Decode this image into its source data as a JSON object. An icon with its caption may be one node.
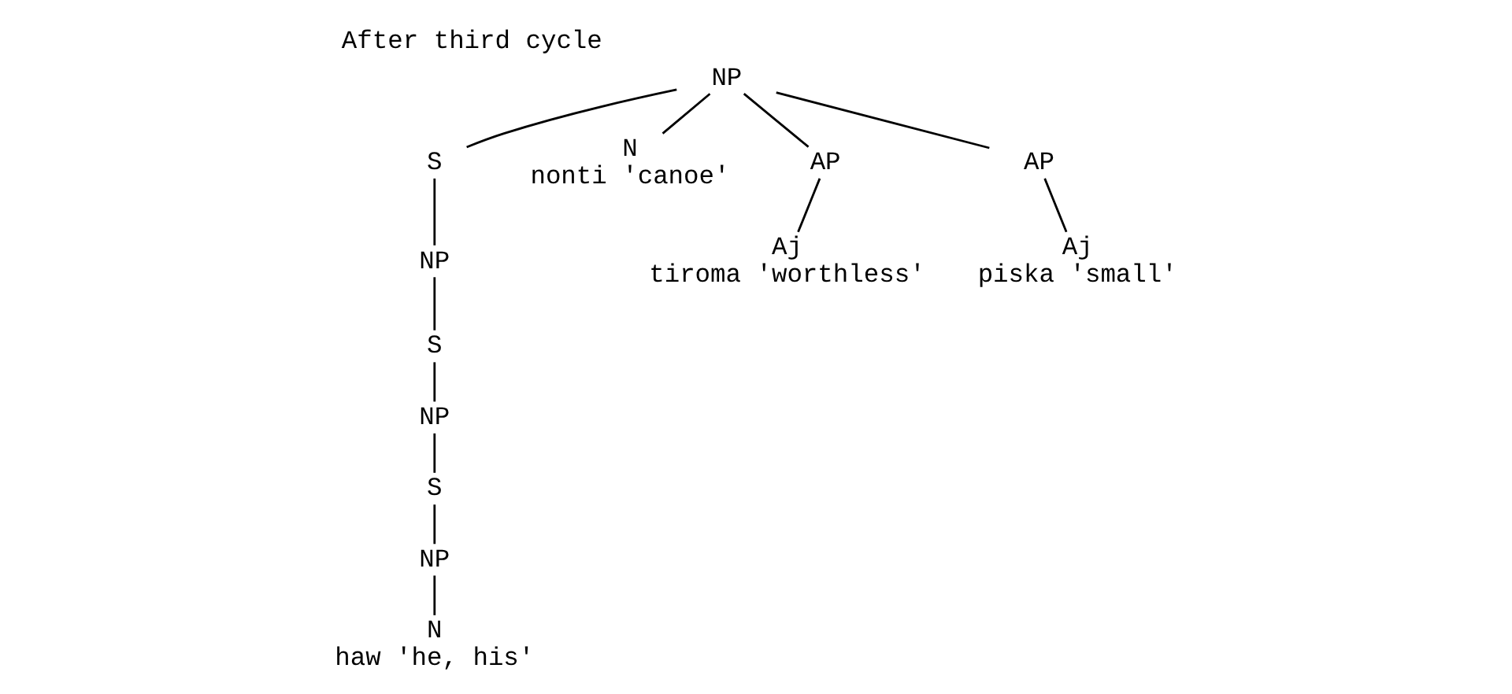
{
  "diagram": {
    "title": "After third cycle",
    "nodes": [
      {
        "text": [
          "NP"
        ]
      },
      {
        "text": [
          "S"
        ]
      },
      {
        "text": [
          "N",
          "nonti 'canoe'"
        ]
      },
      {
        "text": [
          "AP"
        ]
      },
      {
        "text": [
          "AP"
        ]
      },
      {
        "text": [
          "NP"
        ]
      },
      {
        "text": [
          "Aj",
          "tiroma 'worthless'"
        ]
      },
      {
        "text": [
          "Aj",
          "piska 'small'"
        ]
      },
      {
        "text": [
          "S"
        ]
      },
      {
        "text": [
          "NP"
        ]
      },
      {
        "text": [
          "S"
        ]
      },
      {
        "text": [
          "NP"
        ]
      },
      {
        "text": [
          "N",
          "haw 'he, his'"
        ]
      }
    ],
    "edges": [
      {
        "from": 0,
        "to": 1,
        "arrow": "none"
      },
      {
        "from": 0,
        "to": 2,
        "arrow": "none"
      },
      {
        "from": 0,
        "to": 3,
        "arrow": "none"
      },
      {
        "from": 0,
        "to": 4,
        "arrow": "none"
      },
      {
        "from": 1,
        "to": 5,
        "arrow": "none"
      },
      {
        "from": 3,
        "to": 6,
        "arrow": "none"
      },
      {
        "from": 4,
        "to": 7,
        "arrow": "none"
      },
      {
        "from": 5,
        "to": 8,
        "arrow": "none"
      },
      {
        "from": 8,
        "to": 9,
        "arrow": "none"
      },
      {
        "from": 9,
        "to": 10,
        "arrow": "none"
      },
      {
        "from": 10,
        "to": 11,
        "arrow": "none"
      },
      {
        "from": 11,
        "to": 12,
        "arrow": "none"
      }
    ]
  }
}
